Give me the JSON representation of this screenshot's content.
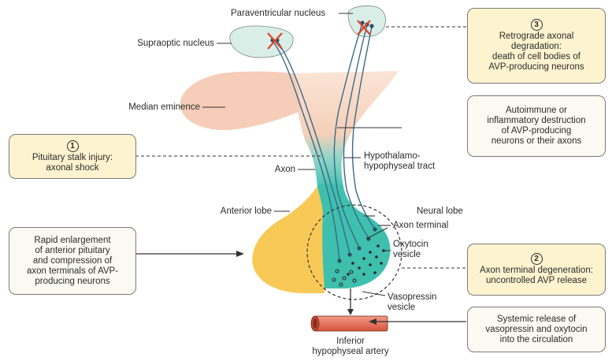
{
  "colors": {
    "hypothalamus": "#daeee8",
    "median_eminence": "#f6cdb8",
    "infundibulum": "#fbe3d4",
    "neural_lobe": "#3fbfae",
    "anterior_lobe": "#f8c957",
    "axon": "#3a6a88",
    "cross": "#e0432b",
    "artery": "#e86f56",
    "box_yellow": "#fdf3cf",
    "box_white": "#fafaf2"
  },
  "labels": {
    "paraventricular": "Paraventricular nucleus",
    "supraoptic": "Supraoptic nucleus",
    "median_eminence": "Median eminence",
    "axon": "Axon",
    "tract": "Hypothalamo-\nhypophyseal tract",
    "anterior_lobe": "Anterior lobe",
    "neural_lobe": "Neural lobe",
    "axon_terminal": "Axon terminal",
    "oxytocin_vesicle": "Oxytocin\nvesicle",
    "vasopressin_vesicle": "Vasopressin\nvesicle",
    "artery": "Inferior\nhypophyseal artery"
  },
  "boxes": {
    "stalk_injury": {
      "badge": "1",
      "text": "Pituitary stalk injury:\naxonal shock"
    },
    "terminal_degeneration": {
      "badge": "2",
      "text": "Axon terminal degeneration:\nuncontrolled AVP release"
    },
    "retrograde": {
      "badge": "3",
      "text": "Retrograde axonal\ndegradation:\ndeath of cell bodies of\nAVP-producing neurons"
    },
    "autoimmune": {
      "text": "Autoimmune or\ninflammatory destruction\nof AVP-producing\nneurons or their axons"
    },
    "enlargement": {
      "text": "Rapid enlargement\nof anterior pituitary\nand compression of\naxon terminals of AVP-\nproducing neurons"
    },
    "systemic": {
      "text": "Systemic release  of\nvasopressin and oxytocin\ninto the circulation"
    }
  }
}
